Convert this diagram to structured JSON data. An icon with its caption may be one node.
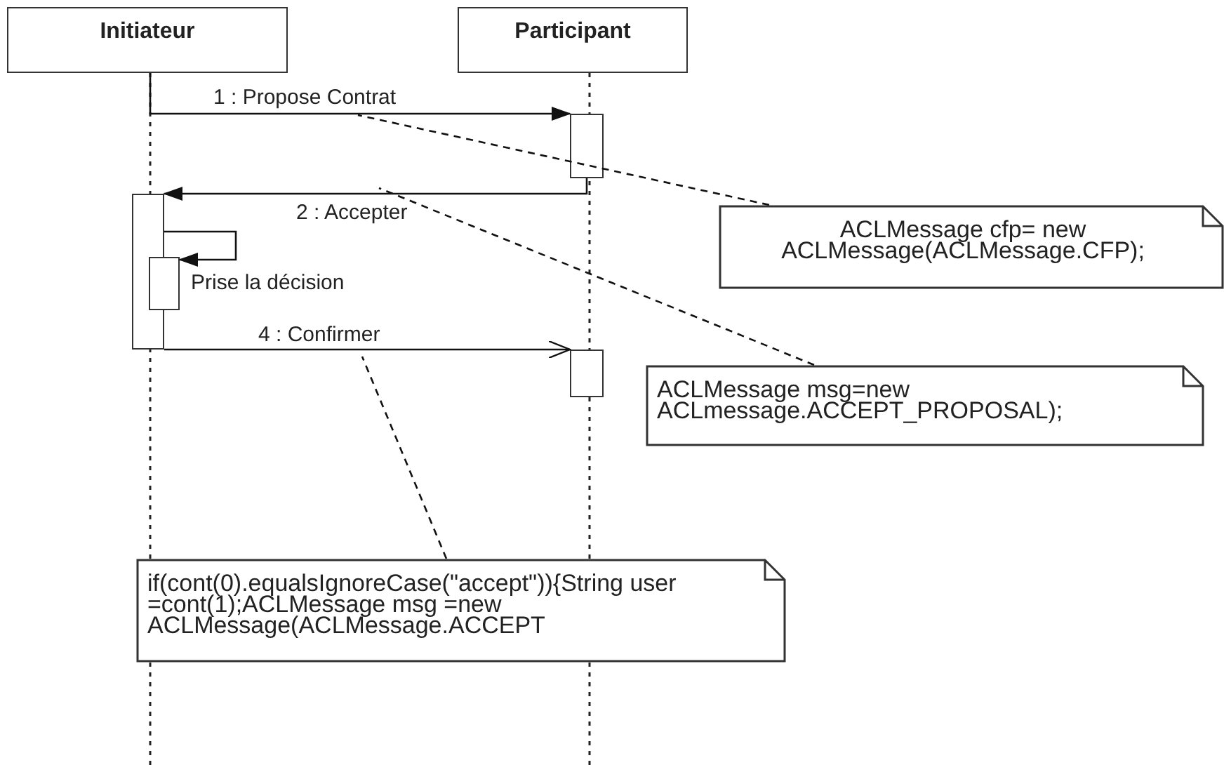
{
  "diagram": {
    "nodes": [
      {
        "text": [
          "Initiateur"
        ]
      },
      {
        "text": [
          "Participant"
        ]
      },
      {
        "text": [],
        "shape": "bar"
      },
      {
        "text": [],
        "shape": "bar"
      },
      {
        "text": [
          "ACLMessage cfp= new ACLMessage(ACLMessage.CFP);"
        ]
      },
      {
        "text": [],
        "shape": "bar"
      },
      {
        "text": [],
        "shape": "bar"
      },
      {
        "text": [
          "ACLMessage msg=new ACLmessage.ACCEPT_PROPOSAL);"
        ]
      },
      {
        "text": [
          "if(cont(0).equalsIgnoreCase(\"accept\")){String user =cont(1);ACLMessage msg =new ACLMessage(ACLMessage.ACCEPT"
        ]
      }
    ],
    "edges": [
      {
        "from": 0,
        "to": 2,
        "label": "1 : Propose Contrat",
        "arrow": "to"
      },
      {
        "from": 2,
        "to": 3,
        "label": "2 : Accepter",
        "arrow": "to"
      },
      {
        "from": 3,
        "to": 5,
        "label": "Prise la décision",
        "arrow": "to"
      },
      {
        "from": 3,
        "to": 6,
        "label": "4 : Confirmer",
        "arrow": "to"
      },
      {
        "from": 4,
        "to": null,
        "arrow": "none",
        "style": "dashed"
      },
      {
        "from": 7,
        "to": null,
        "arrow": "none",
        "style": "dashed"
      },
      {
        "from": 8,
        "to": null,
        "arrow": "none",
        "style": "dashed"
      }
    ]
  }
}
